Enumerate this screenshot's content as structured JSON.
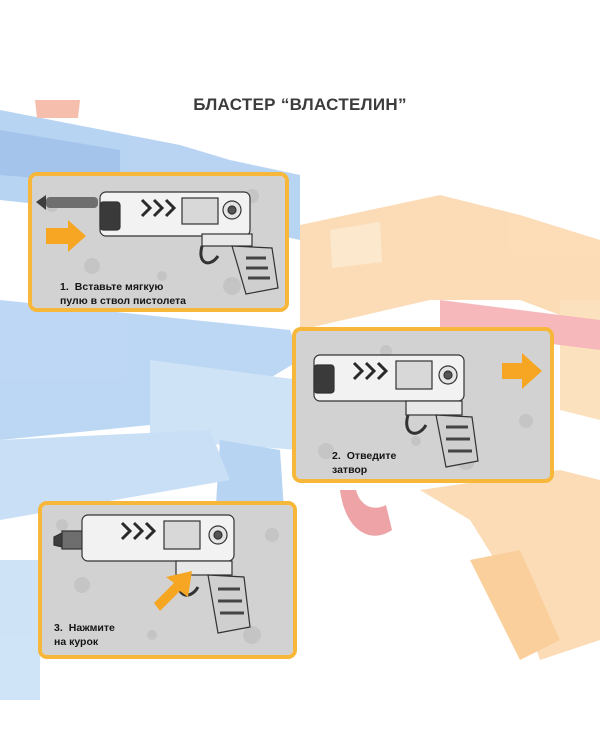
{
  "title": "БЛАСТЕР “ВЛАСТЕЛИН”",
  "colors": {
    "card_border": "#f6b73a",
    "arrow": "#f6a623",
    "blaster_blue": "#3d7fd0",
    "blaster_orange": "#f6a94a",
    "blaster_red": "#d9383a"
  },
  "steps": [
    {
      "number": "1.",
      "line1": "Вставьте мягкую",
      "line2": "пулю в ствол пистолета",
      "icon": "arrow-right-icon"
    },
    {
      "number": "2.",
      "line1": "Отведите",
      "line2": "затвор",
      "icon": "arrow-right-icon"
    },
    {
      "number": "3.",
      "line1": "Нажмите",
      "line2": "на курок",
      "icon": "arrow-diagonal-icon"
    }
  ]
}
